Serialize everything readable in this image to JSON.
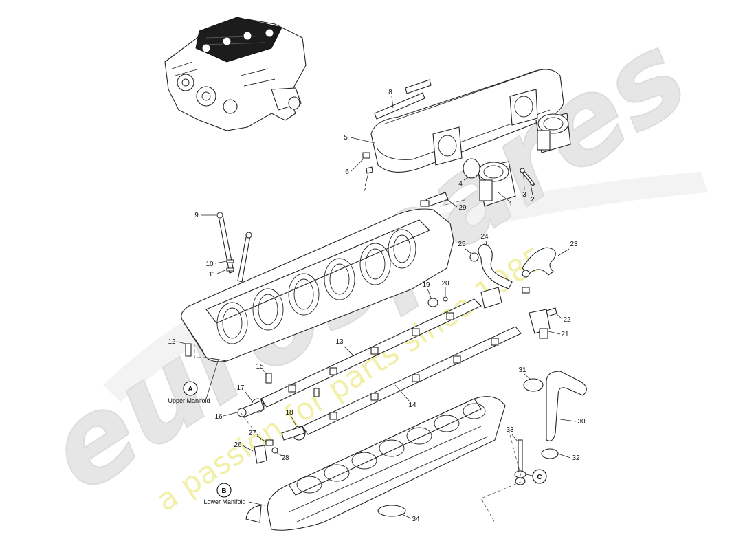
{
  "watermark": {
    "brand": "eurospares",
    "tagline": "a passion for parts since 1985"
  },
  "groups": [
    {
      "key": "A",
      "label": "Upper Manifold"
    },
    {
      "key": "B",
      "label": "Lower Manifold"
    },
    {
      "key": "C",
      "label": ""
    }
  ],
  "callouts": [
    "1",
    "2",
    "3",
    "4",
    "5",
    "6",
    "7",
    "8",
    "9",
    "10",
    "11",
    "12",
    "13",
    "14",
    "15",
    "16",
    "17",
    "18",
    "19",
    "20",
    "21",
    "22",
    "23",
    "24",
    "25",
    "26",
    "27",
    "28",
    "29",
    "30",
    "31",
    "32",
    "33",
    "34"
  ],
  "colors": {
    "line": "#222222",
    "watermark_brand": "#e6e6e6",
    "watermark_tagline": "#f2f0a8"
  }
}
